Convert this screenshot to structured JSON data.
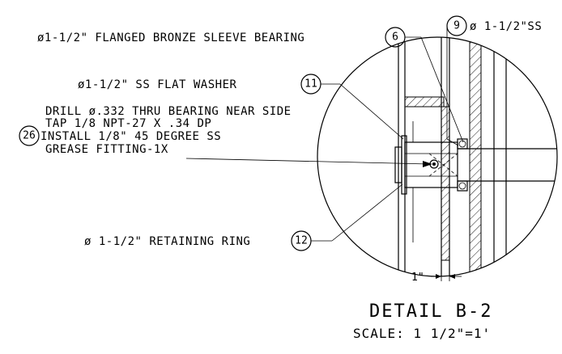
{
  "callouts": [
    {
      "number": "6",
      "text": "ø1-1/2\" FLANGED BRONZE SLEEVE BEARING"
    },
    {
      "number": "9",
      "text": "ø 1-1/2\"SS"
    },
    {
      "number": "11",
      "text": "ø1-1/2\" SS FLAT WASHER"
    },
    {
      "number": "26",
      "lines": [
        "DRILL ø.332 THRU BEARING NEAR SIDE",
        "TAP 1/8 NPT-27 X .34 DP",
        "INSTALL 1/8\" 45 DEGREE SS",
        "GREASE FITTING-1X"
      ]
    },
    {
      "number": "12",
      "text": "ø 1-1/2\" RETAINING RING"
    }
  ],
  "dimension": "1\"",
  "title": "DETAIL B-2",
  "scale": "SCALE: 1 1/2\"=1'"
}
